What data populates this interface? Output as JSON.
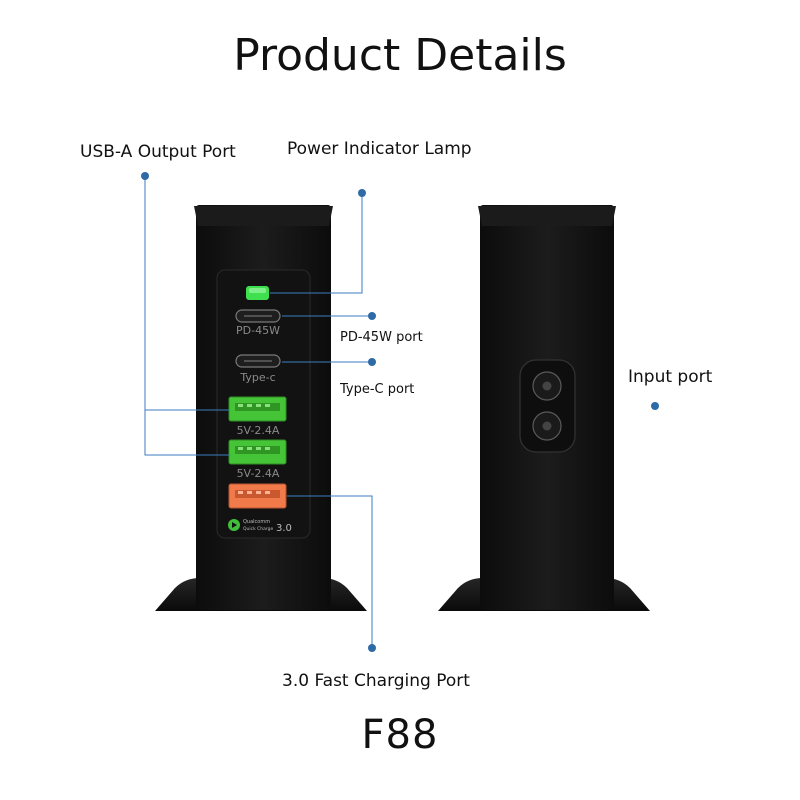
{
  "title": "Product Details",
  "model": "F88",
  "callouts": {
    "usb_a_output_port": "USB-A Output Port",
    "power_indicator_lamp": "Power Indicator Lamp",
    "pd45w_port": "PD-45W port",
    "type_c_port": "Type-C port",
    "input_port": "Input port",
    "fast_charging_port": "3.0 Fast Charging Port"
  },
  "device_front": {
    "pd_label": "PD-45W",
    "typec_label": "Type-c",
    "usb1_label": "5V-2.4A",
    "usb2_label": "5V-2.4A",
    "qc_brand": "Qualcomm",
    "qc_sub": "Quick Charge",
    "qc_version": "3.0"
  },
  "colors": {
    "device_body": "#151515",
    "indicator_green": "#3fe04f",
    "usb_green": "#45c438",
    "usb_orange": "#f07a4a",
    "callout_blue": "#2e6aa6"
  }
}
